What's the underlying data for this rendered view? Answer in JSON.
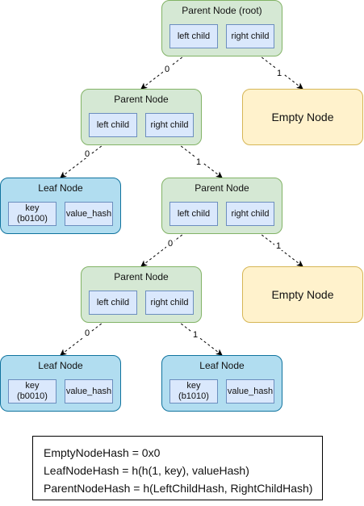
{
  "nodes": {
    "root": {
      "title": "Parent Node (root)",
      "left": "left child",
      "right": "right child"
    },
    "p1": {
      "title": "Parent Node",
      "left": "left child",
      "right": "right child"
    },
    "p2": {
      "title": "Parent Node",
      "left": "left child",
      "right": "right child"
    },
    "p3": {
      "title": "Parent Node",
      "left": "left child",
      "right": "right child"
    },
    "e1": {
      "title": "Empty Node"
    },
    "e2": {
      "title": "Empty Node"
    },
    "l1": {
      "title": "Leaf Node",
      "key": "key\n(b0100)",
      "value": "value_hash"
    },
    "l2": {
      "title": "Leaf Node",
      "key": "key\n(b0010)",
      "value": "value_hash"
    },
    "l3": {
      "title": "Leaf Node",
      "key": "key\n(b1010)",
      "value": "value_hash"
    }
  },
  "edges": {
    "root_p1": "0",
    "root_e1": "1",
    "p1_l1": "0",
    "p1_p2": "1",
    "p2_p3": "0",
    "p2_e2": "1",
    "p3_l2": "0",
    "p3_l3": "1"
  },
  "legend": {
    "line1": "EmptyNodeHash = 0x0",
    "line2": "LeafNodeHash = h(h(1, key), valueHash)",
    "line3": "ParentNodeHash = h(LeftChildHash, RightChildHash)"
  }
}
